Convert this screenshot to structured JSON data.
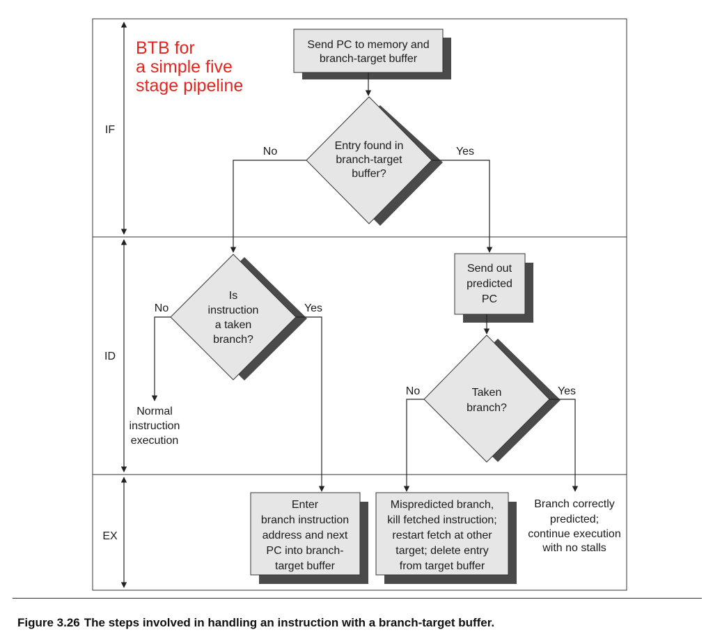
{
  "heading": {
    "line1": "BTB for",
    "line2": "a simple five",
    "line3": "stage pipeline"
  },
  "stages": {
    "if": "IF",
    "id": "ID",
    "ex": "EX"
  },
  "nodes": {
    "send_pc": {
      "line1": "Send PC to memory and",
      "line2": "branch-target buffer"
    },
    "entry_found": {
      "line1": "Entry found in",
      "line2": "branch-target",
      "line3": "buffer?"
    },
    "is_taken": {
      "line1": "Is",
      "line2": "instruction",
      "line3": "a taken",
      "line4": "branch?"
    },
    "send_predicted": {
      "line1": "Send out",
      "line2": "predicted",
      "line3": "PC"
    },
    "taken_branch": {
      "line1": "Taken",
      "line2": "branch?"
    },
    "normal_exec": {
      "line1": "Normal",
      "line2": "instruction",
      "line3": "execution"
    },
    "enter_btb": {
      "line1": "Enter",
      "line2": "branch instruction",
      "line3": "address and next",
      "line4": "PC into branch-",
      "line5": "target buffer"
    },
    "mispredicted": {
      "line1": "Mispredicted branch,",
      "line2": "kill fetched instruction;",
      "line3": "restart fetch at other",
      "line4": "target; delete entry",
      "line5": "from target buffer"
    },
    "correct": {
      "line1": "Branch correctly",
      "line2": "predicted;",
      "line3": "continue execution",
      "line4": "with no stalls"
    }
  },
  "edge_labels": {
    "entry_no": "No",
    "entry_yes": "Yes",
    "taken_no": "No",
    "taken_yes": "Yes",
    "tb_no": "No",
    "tb_yes": "Yes"
  },
  "caption": {
    "number": "Figure 3.26",
    "text": "The steps involved in handling an instruction with a branch-target buffer."
  },
  "colors": {
    "box_fill": "#e6e6e6",
    "shadow": "#4a4a4a",
    "title": "#e2261f"
  }
}
